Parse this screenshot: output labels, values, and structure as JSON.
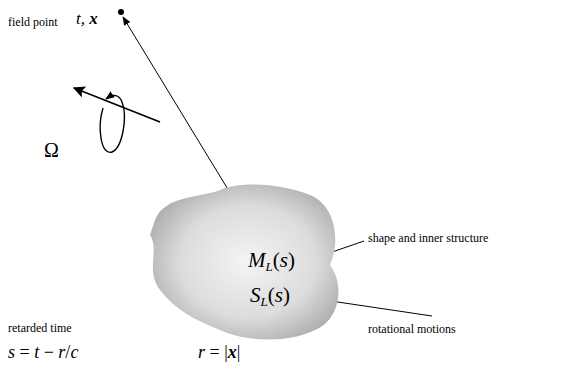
{
  "diagram": {
    "nodes": [
      {
        "text": [
          "ML(s)",
          "SL(s)"
        ]
      }
    ],
    "labels": [
      "field point",
      "t, x",
      "Ω",
      "shape and inner structure",
      "rotational motions",
      "retarded time",
      "s = t − r/c",
      "r = |x|"
    ]
  }
}
